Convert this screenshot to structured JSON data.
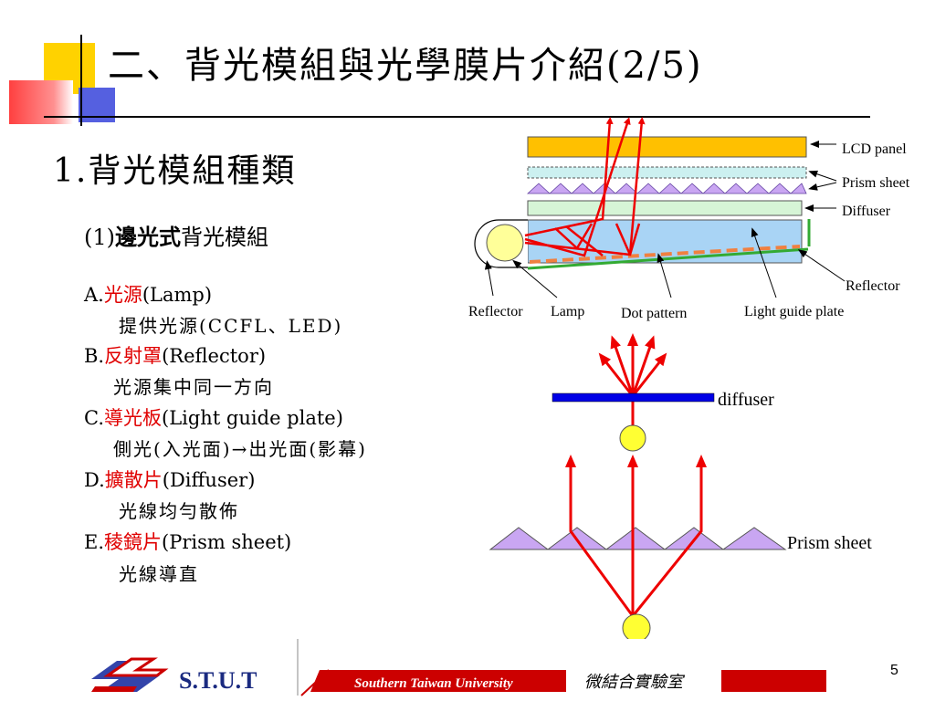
{
  "title": "二、背光模組與光學膜片介紹(2/5)",
  "section": "1.背光模組種類",
  "subsection": {
    "prefix": "(1)",
    "bold": "邊光式",
    "rest": "背光模組"
  },
  "items": [
    {
      "label": "A.",
      "name": "光源",
      "en": "(Lamp)",
      "desc": "提供光源(CCFL、LED)"
    },
    {
      "label": "B.",
      "name": "反射罩",
      "en": "(Reflector)",
      "desc": "光源集中同一方向"
    },
    {
      "label": "C.",
      "name": "導光板",
      "en": "(Light guide plate)",
      "desc": "側光(入光面)→出光面(影幕)"
    },
    {
      "label": "D.",
      "name": "擴散片",
      "en": "(Diffuser)",
      "desc": "光線均勻散佈"
    },
    {
      "label": "E.",
      "name": "稜鏡片",
      "en": "(Prism sheet)",
      "desc": "光線導直"
    }
  ],
  "diagram_labels": {
    "lcd_panel": "LCD panel",
    "prism_sheet": "Prism sheet",
    "diffuser": "Diffuser",
    "reflector_right": "Reflector",
    "reflector_left": "Reflector",
    "lamp": "Lamp",
    "dot_pattern": "Dot pattern",
    "light_guide_plate": "Light guide plate",
    "diffuser_lower": "diffuser",
    "prism_sheet_lower": "Prism sheet"
  },
  "footer": {
    "logo": "S.T.U.T",
    "university": "Southern Taiwan University",
    "lab": "微結合實驗室"
  },
  "page_number": "5",
  "colors": {
    "ray_red": "#ee0000",
    "lcd_panel": "#ffc000",
    "prism_violet": "#c9a6f2",
    "diffuser_green": "#d6f5d6",
    "light_guide_blue": "#a9d4f5",
    "lamp_yellow": "#ffff66",
    "diffuser_bar_blue": "#0000e6",
    "reflector_green": "#33aa33",
    "dot_orange": "#f08040",
    "footer_red": "#cc0000"
  }
}
